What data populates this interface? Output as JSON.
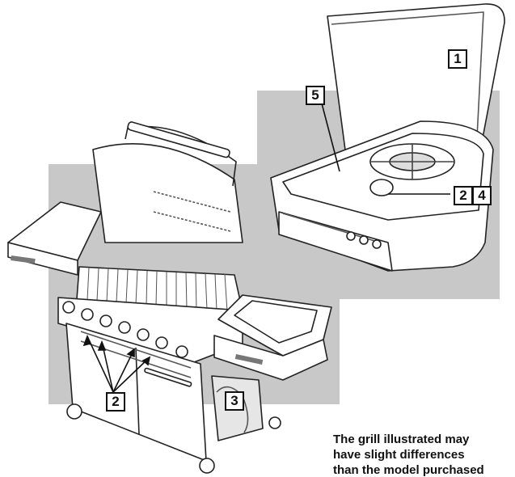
{
  "callouts": {
    "c1": "1",
    "c2_right": "2",
    "c4": "4",
    "c5": "5",
    "c2_left": "2",
    "c3": "3"
  },
  "note": {
    "line1": "The grill illustrated may",
    "line2": "have slight differences",
    "line3": "than the model purchased"
  },
  "colors": {
    "panel": "#c8c8c8",
    "line": "#222222",
    "surface": "#ffffff"
  }
}
